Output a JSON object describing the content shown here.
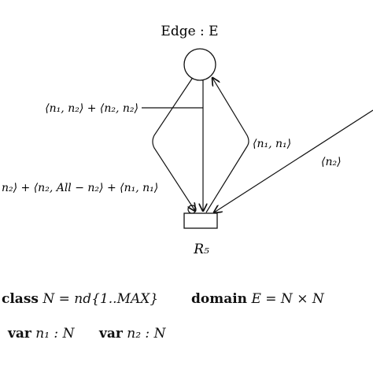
{
  "diagram": {
    "place_label": "Edge : E",
    "transition_label": "R₅",
    "arcs": [
      {
        "label": "⟨n₁, n₂⟩ + ⟨n₂, n₂⟩"
      },
      {
        "label": "⟨n₁, n₁⟩"
      },
      {
        "label": "⟨n₂⟩"
      },
      {
        "label": "n₂⟩ + ⟨n₂, All − n₂⟩ + ⟨n₁, n₁⟩"
      }
    ]
  },
  "declarations": {
    "class_kw": "class",
    "class_body": "N = nd{1..MAX}",
    "domain_kw": "domain",
    "domain_body": "E = N × N",
    "var1_kw": "var",
    "var1_body": "n₁ : N",
    "var2_kw": "var",
    "var2_body": "n₂ : N"
  }
}
